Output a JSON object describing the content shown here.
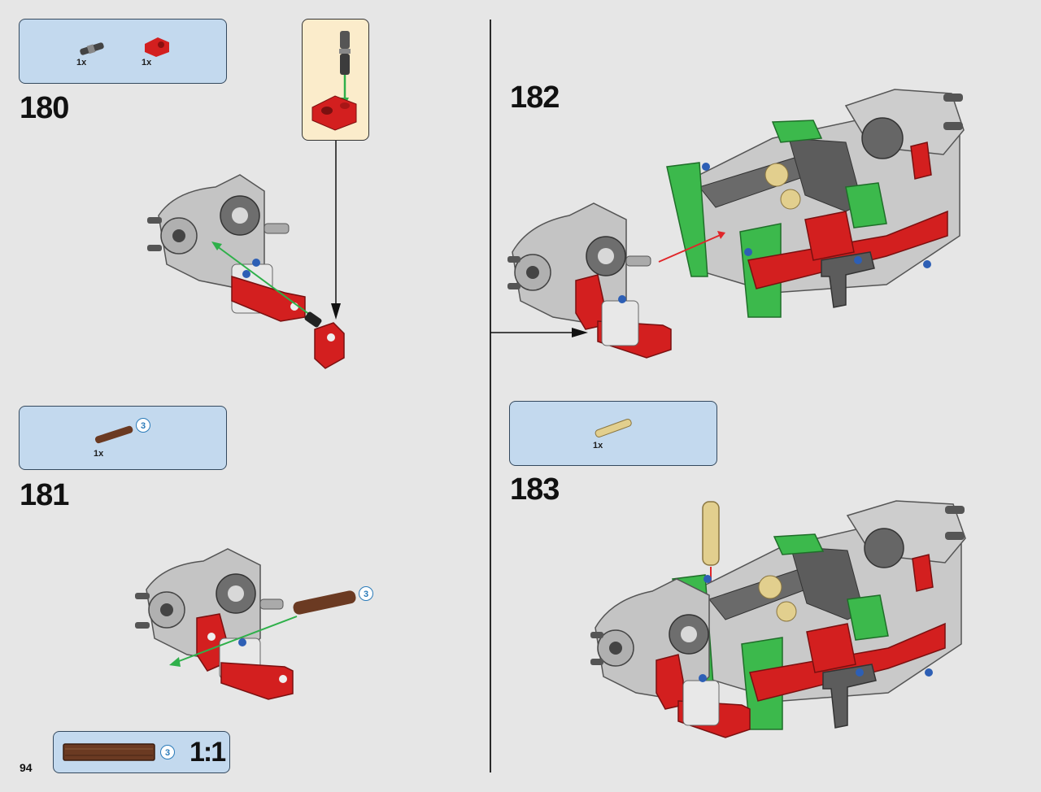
{
  "page_number": "94",
  "steps": [
    {
      "number": "180",
      "parts": [
        {
          "qty": "1x",
          "icon": "axle-pin-icon"
        },
        {
          "qty": "1x",
          "icon": "red-connector-icon"
        }
      ]
    },
    {
      "number": "181",
      "parts": [
        {
          "qty": "1x",
          "icon": "brown-axle-icon",
          "length": "3"
        }
      ]
    },
    {
      "number": "182",
      "parts": []
    },
    {
      "number": "183",
      "parts": [
        {
          "qty": "1x",
          "icon": "tan-pin-icon"
        }
      ]
    }
  ],
  "step181_axle_length": "3",
  "scale_reference": {
    "length": "3",
    "ratio": "1:1"
  },
  "colors": {
    "background": "#e6e6e6",
    "parts_box": "#c3d9ee",
    "callout": "#fbeccb",
    "red": "#d31f1f",
    "green": "#3cb94c",
    "gray": "#b9b9b9",
    "dark_gray": "#5c5c5c",
    "brown": "#6b3a22",
    "tan": "#e2cf8e",
    "blue": "#2d5fb5"
  }
}
